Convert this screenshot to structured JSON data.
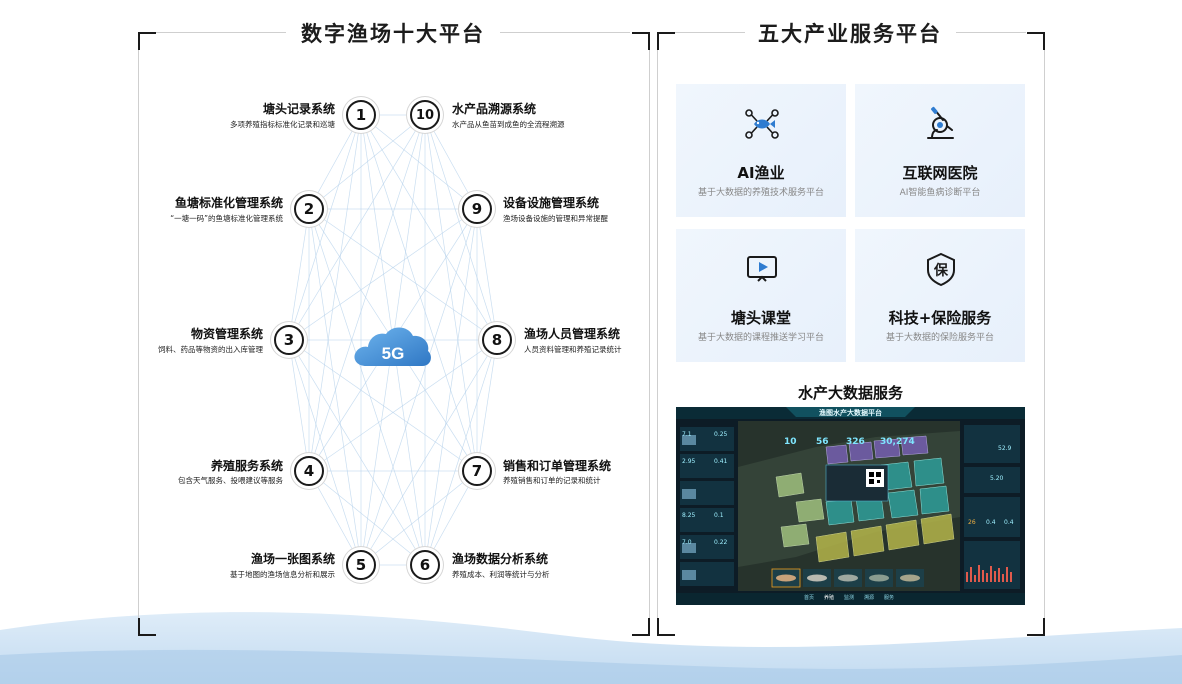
{
  "left_panel": {
    "title": "数字渔场十大平台",
    "center_label": "5G",
    "systems": [
      {
        "num": "1",
        "name": "塘头记录系统",
        "desc": "多项养殖指标标准化记录和巡塘"
      },
      {
        "num": "2",
        "name": "鱼塘标准化管理系统",
        "desc": "“一塘一码”的鱼塘标准化管理系统"
      },
      {
        "num": "3",
        "name": "物资管理系统",
        "desc": "饲料、药品等物资的出入库管理"
      },
      {
        "num": "4",
        "name": "养殖服务系统",
        "desc": "包含天气服务、投喂建议等服务"
      },
      {
        "num": "5",
        "name": "渔场一张图系统",
        "desc": "基于地图的渔场信息分析和展示"
      },
      {
        "num": "6",
        "name": "渔场数据分析系统",
        "desc": "养殖成本、利润等统计与分析"
      },
      {
        "num": "7",
        "name": "销售和订单管理系统",
        "desc": "养殖销售和订单的记录和统计"
      },
      {
        "num": "8",
        "name": "渔场人员管理系统",
        "desc": "人员资料管理和养殖记录统计"
      },
      {
        "num": "9",
        "name": "设备设施管理系统",
        "desc": "渔场设备设施的管理和异常提醒"
      },
      {
        "num": "10",
        "name": "水产品溯源系统",
        "desc": "水产品从鱼苗到成鱼的全流程溯源"
      }
    ]
  },
  "right_panel": {
    "title": "五大产业服务平台",
    "cards": [
      {
        "name": "AI渔业",
        "desc": "基于大数据的养殖技术服务平台",
        "icon": "fish-network-icon"
      },
      {
        "name": "互联网医院",
        "desc": "AI智能鱼病诊断平台",
        "icon": "microscope-icon"
      },
      {
        "name": "塘头课堂",
        "desc": "基于大数据的课程推送学习平台",
        "icon": "video-play-icon"
      },
      {
        "name": "科技+保险服务",
        "desc": "基于大数据的保险服务平台",
        "icon": "shield-bao-icon"
      }
    ],
    "big_data_title": "水产大数据服务",
    "dashboard": {
      "title": "渔图水产大数据平台",
      "stats": [
        "10",
        "56",
        "326",
        "30,274"
      ],
      "tabs": [
        "首页",
        "养殖",
        "监测",
        "溯源",
        "服务"
      ],
      "left_values": [
        "7.1",
        "0.25",
        "2.95",
        "0.41",
        "8.25",
        "0.1",
        "7.0",
        "0.22"
      ],
      "right_values": [
        "52.9",
        "5.20",
        "26",
        "0.4",
        "0.4"
      ]
    }
  },
  "colors": {
    "accent": "#3f8fd8",
    "card_bg": "#eaf2fb",
    "line": "#b8d3ec"
  }
}
